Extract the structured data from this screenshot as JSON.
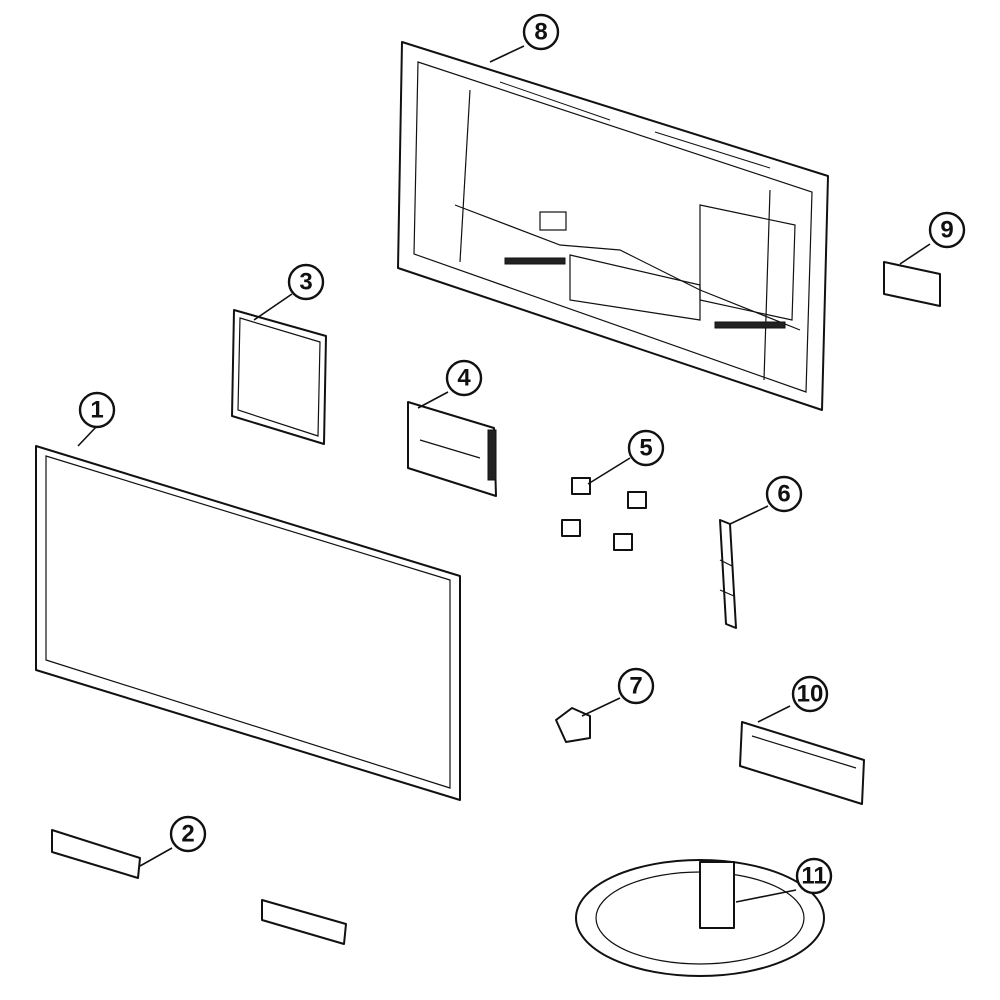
{
  "diagram": {
    "type": "exploded-parts-view",
    "callouts": [
      {
        "id": "c1",
        "label": "1"
      },
      {
        "id": "c2",
        "label": "2"
      },
      {
        "id": "c3",
        "label": "3"
      },
      {
        "id": "c4",
        "label": "4"
      },
      {
        "id": "c5",
        "label": "5"
      },
      {
        "id": "c6",
        "label": "6"
      },
      {
        "id": "c7",
        "label": "7"
      },
      {
        "id": "c8",
        "label": "8"
      },
      {
        "id": "c9",
        "label": "9"
      },
      {
        "id": "c10",
        "label": "10"
      },
      {
        "id": "c11",
        "label": "11"
      }
    ]
  },
  "colors": {
    "line": "#111111",
    "fill": "#ffffff"
  }
}
